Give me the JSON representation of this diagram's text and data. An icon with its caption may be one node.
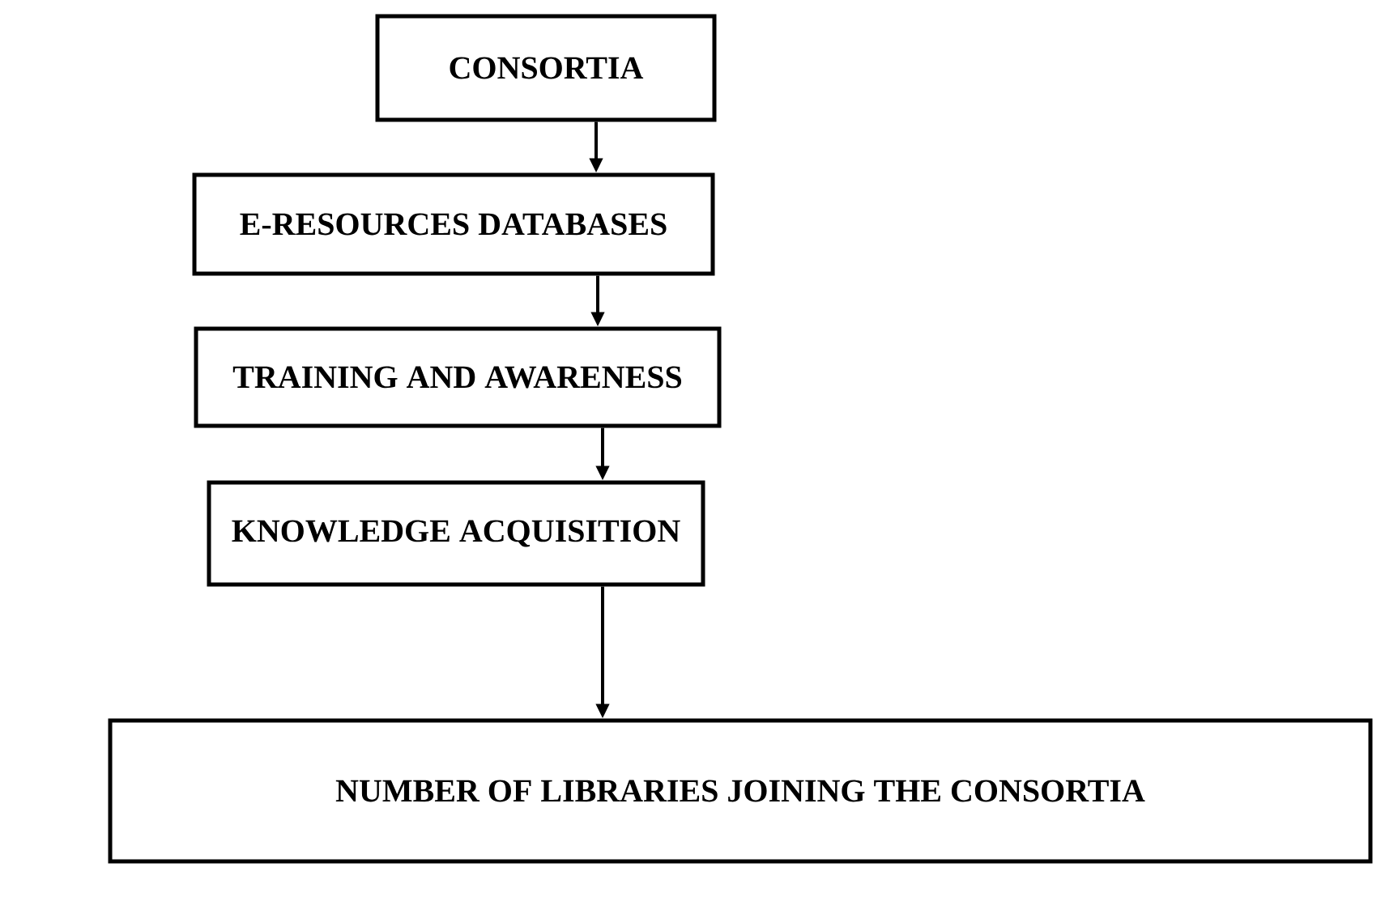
{
  "diagram": {
    "nodes": [
      {
        "text": [
          "CONSORTIA"
        ]
      },
      {
        "text": [
          "E-RESOURCES DATABASES"
        ]
      },
      {
        "text": [
          "TRAINING AND AWARENESS"
        ]
      },
      {
        "text": [
          "KNOWLEDGE ACQUISITION"
        ]
      },
      {
        "text": [
          "NUMBER OF LIBRARIES JOINING THE CONSORTIA"
        ]
      }
    ],
    "edges": [
      {
        "from": 0,
        "to": 1,
        "arrow": "to"
      },
      {
        "from": 1,
        "to": 2,
        "arrow": "to"
      },
      {
        "from": 2,
        "to": 3,
        "arrow": "to"
      },
      {
        "from": 3,
        "to": 4,
        "arrow": "to"
      }
    ]
  }
}
